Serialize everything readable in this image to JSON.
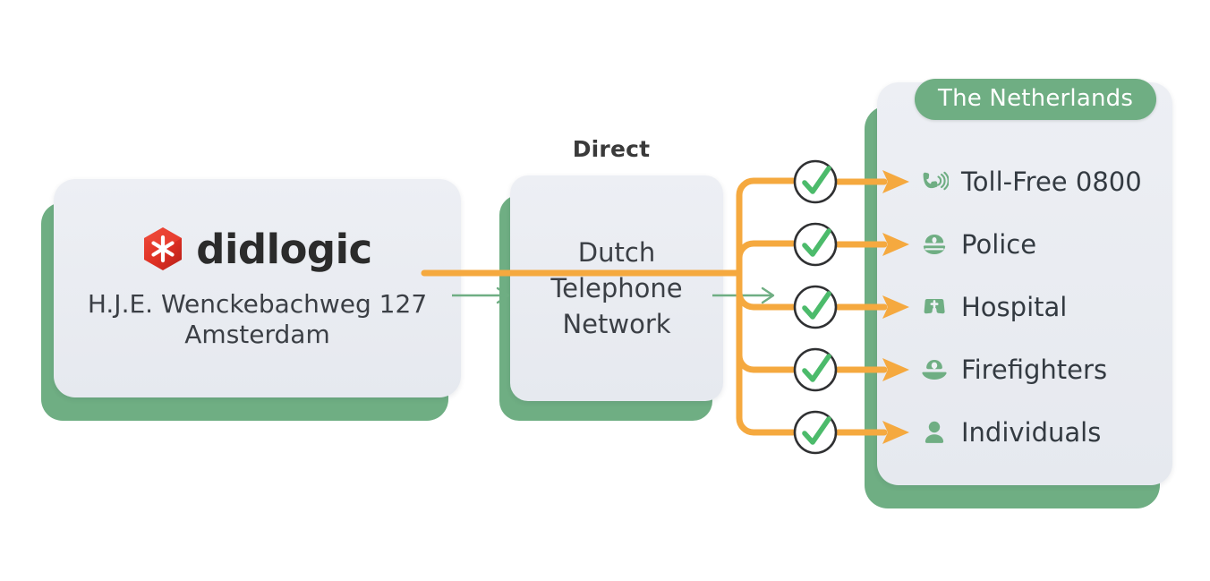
{
  "diagram": {
    "title_label": "Direct",
    "colors": {
      "orange": "#f5a93f",
      "green": "#6fae83",
      "check_green": "#4cbb6b",
      "card_face": "#e9ecf2",
      "text": "#3b3f45",
      "logo_red": "#e03127"
    }
  },
  "origin_card": {
    "logo_text": "didlogic",
    "logo_icon": "hexagon-asterisk-icon",
    "address_line1": "H.J.E. Wenckebachweg 127",
    "address_line2": "Amsterdam"
  },
  "network_card": {
    "label_above": "Direct",
    "line1": "Dutch",
    "line2": "Telephone",
    "line3": "Network",
    "full_text": "Dutch Telephone Network"
  },
  "destination_panel": {
    "badge": "The Netherlands",
    "items": [
      {
        "label": "Toll-Free 0800",
        "icon": "phone-ringing-icon",
        "check": "check-circle-icon"
      },
      {
        "label": "Police",
        "icon": "police-cap-icon",
        "check": "check-circle-icon"
      },
      {
        "label": "Hospital",
        "icon": "nurse-cap-cross-icon",
        "check": "check-circle-icon"
      },
      {
        "label": "Firefighters",
        "icon": "fire-helmet-icon",
        "check": "check-circle-icon"
      },
      {
        "label": "Individuals",
        "icon": "person-icon",
        "check": "check-circle-icon"
      }
    ]
  }
}
